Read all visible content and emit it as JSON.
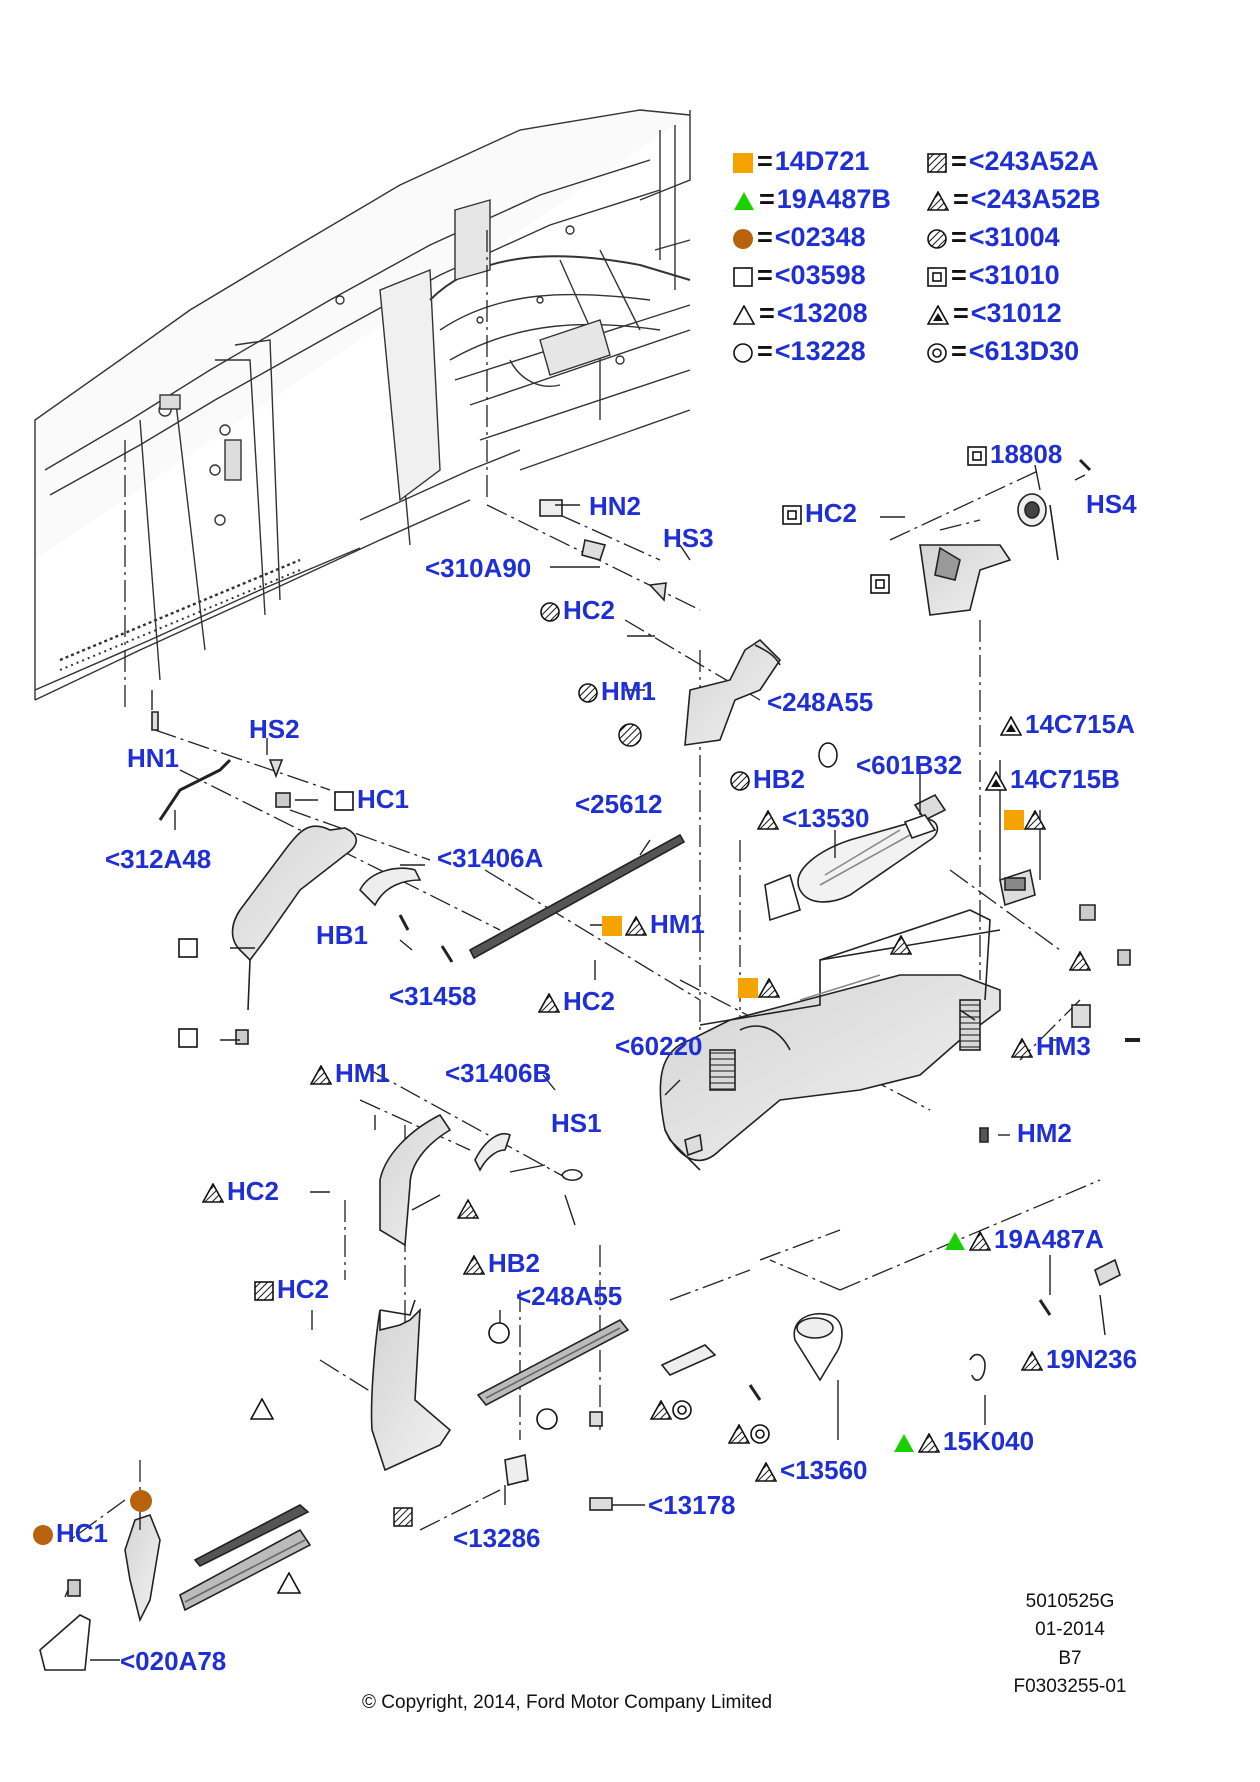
{
  "colors": {
    "label": "#1f2fd6",
    "orange": "#f5a300",
    "green": "#19d100",
    "brown": "#b8620d",
    "line": "#111111"
  },
  "legend": [
    {
      "symbol": "orange-square",
      "code": "14D721"
    },
    {
      "symbol": "green-triangle",
      "code": "19A487B"
    },
    {
      "symbol": "brown-circle",
      "code": "<02348"
    },
    {
      "symbol": "square",
      "code": "<03598"
    },
    {
      "symbol": "triangle",
      "code": "<13208"
    },
    {
      "symbol": "circle",
      "code": "<13228"
    },
    {
      "symbol": "hatched-square",
      "code": "<243A52A"
    },
    {
      "symbol": "hatched-triangle",
      "code": "<243A52B"
    },
    {
      "symbol": "hatched-circle",
      "code": "<31004"
    },
    {
      "symbol": "double-square",
      "code": "<31010"
    },
    {
      "symbol": "filled-triangle-in-triangle",
      "code": "<31012"
    },
    {
      "symbol": "double-circle",
      "code": "<613D30"
    }
  ],
  "callouts": [
    {
      "text": "HN2",
      "symbols": []
    },
    {
      "text": "HS3",
      "symbols": []
    },
    {
      "text": "<310A90",
      "symbols": []
    },
    {
      "text": "HC2",
      "symbols": [
        "hatched-circle"
      ]
    },
    {
      "text": "HM1",
      "symbols": [
        "hatched-circle"
      ]
    },
    {
      "text": "<248A55",
      "symbols": []
    },
    {
      "text": "HB2",
      "symbols": [
        "hatched-circle"
      ]
    },
    {
      "text": "18808",
      "symbols": [
        "double-square"
      ]
    },
    {
      "text": "HS4",
      "symbols": []
    },
    {
      "text": "HC2",
      "symbols": [
        "double-square"
      ]
    },
    {
      "text": "14C715A",
      "symbols": [
        "filled-triangle-in-triangle"
      ]
    },
    {
      "text": "14C715B",
      "symbols": [
        "filled-triangle-in-triangle"
      ]
    },
    {
      "text": "<601B32",
      "symbols": []
    },
    {
      "text": "<13530",
      "symbols": [
        "hatched-triangle"
      ]
    },
    {
      "text": "<25612",
      "symbols": []
    },
    {
      "text": "HM1",
      "symbols": [
        "orange-square",
        "hatched-triangle"
      ]
    },
    {
      "text": "HC2",
      "symbols": [
        "hatched-triangle"
      ]
    },
    {
      "text": "HS2",
      "symbols": []
    },
    {
      "text": "HN1",
      "symbols": []
    },
    {
      "text": "HC1",
      "symbols": [
        "square"
      ]
    },
    {
      "text": "<312A48",
      "symbols": []
    },
    {
      "text": "<31406A",
      "symbols": []
    },
    {
      "text": "HB1",
      "symbols": []
    },
    {
      "text": "<31458",
      "symbols": []
    },
    {
      "text": "<60220",
      "symbols": []
    },
    {
      "text": "HM3",
      "symbols": [
        "hatched-triangle"
      ]
    },
    {
      "text": "HM2",
      "symbols": []
    },
    {
      "text": "HM1",
      "symbols": [
        "hatched-triangle"
      ]
    },
    {
      "text": "<31406B",
      "symbols": []
    },
    {
      "text": "HS1",
      "symbols": []
    },
    {
      "text": "HC2",
      "symbols": [
        "hatched-triangle"
      ]
    },
    {
      "text": "HB2",
      "symbols": [
        "hatched-triangle"
      ]
    },
    {
      "text": "<248A55",
      "symbols": []
    },
    {
      "text": "HC2",
      "symbols": [
        "hatched-square"
      ]
    },
    {
      "text": "19A487A",
      "symbols": [
        "green-triangle",
        "hatched-triangle"
      ]
    },
    {
      "text": "19N236",
      "symbols": [
        "hatched-triangle"
      ]
    },
    {
      "text": "15K040",
      "symbols": [
        "green-triangle",
        "hatched-triangle"
      ]
    },
    {
      "text": "<13560",
      "symbols": [
        "hatched-triangle"
      ]
    },
    {
      "text": "<13178",
      "symbols": []
    },
    {
      "text": "<13286",
      "symbols": []
    },
    {
      "text": "HC1",
      "symbols": [
        "brown-circle"
      ]
    },
    {
      "text": "<020A78",
      "symbols": []
    }
  ],
  "footer": {
    "part_code": "5010525G",
    "date": "01-2014",
    "rev": "B7",
    "figure": "F0303255-01",
    "copyright": "© Copyright, 2014, Ford Motor Company Limited"
  }
}
